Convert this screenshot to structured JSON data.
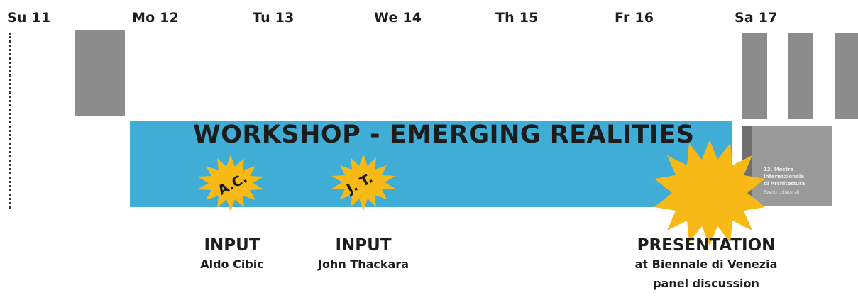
{
  "days": [
    "Su 11",
    "Mo 12",
    "Tu 13",
    "We 14",
    "Th 15",
    "Fr 16",
    "Sa 17"
  ],
  "workshop": {
    "title": "WORKSHOP - EMERGING REALITIES"
  },
  "markers": [
    {
      "initials": "A.C.",
      "heading": "INPUT",
      "lines": [
        "Aldo Cibic"
      ]
    },
    {
      "initials": "J. T.",
      "heading": "INPUT",
      "lines": [
        "John Thackara"
      ]
    },
    {
      "initials": "",
      "heading": "PRESENTATION",
      "lines": [
        "at Biennale di Venezia",
        "panel discussion"
      ]
    }
  ],
  "biennale_logo": {
    "lines": [
      "13. Mostra",
      "Internazionale",
      "di Architettura"
    ],
    "subline": "Eventi collaterali"
  },
  "colors": {
    "workshop_bar": "#3fadd6",
    "star": "#f7b916",
    "block": "#8c8c8c"
  }
}
